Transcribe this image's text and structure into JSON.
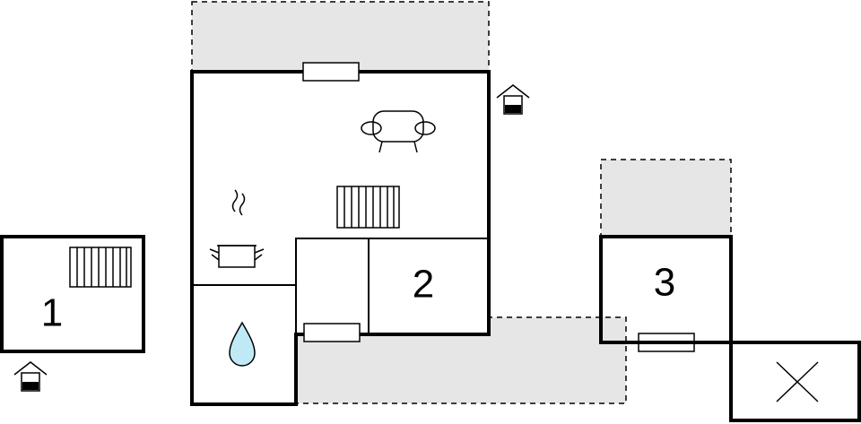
{
  "floorplan": {
    "rooms": [
      {
        "id": "room-1",
        "label": "1"
      },
      {
        "id": "room-2",
        "label": "2"
      },
      {
        "id": "room-3",
        "label": "3"
      }
    ],
    "icons": [
      "entrance-icon",
      "sofa-icon",
      "radiator-icon",
      "cooking-pot-icon",
      "water-drop-icon",
      "window-icon",
      "terrace-area",
      "cross-icon"
    ],
    "colors": {
      "wall": "#000000",
      "terrace_fill": "#e6e6e6",
      "water_drop": "#bfeaf5",
      "background": "#ffffff"
    }
  }
}
